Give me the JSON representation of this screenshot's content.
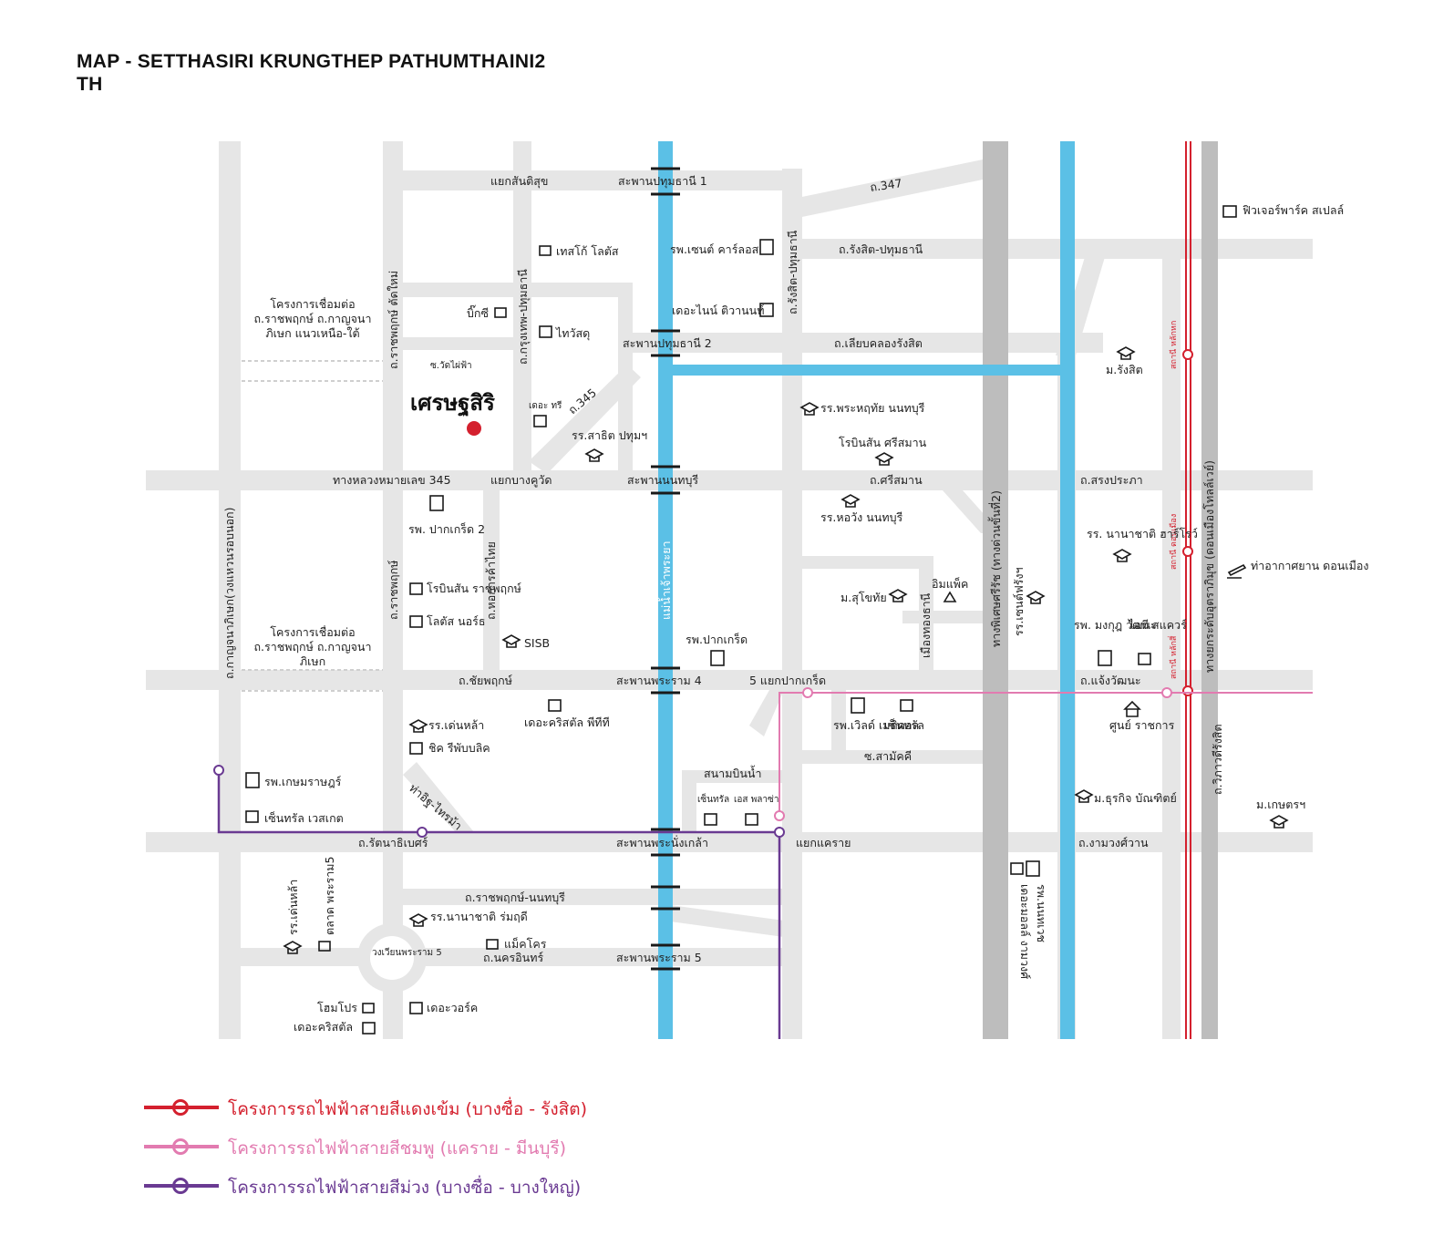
{
  "header": {
    "title_line1": "MAP - SETTHASIRI KRUNGTHEP PATHUMTHAINI2",
    "title_line2": "TH"
  },
  "colors": {
    "road": "#e6e6e6",
    "river": "#5bc0e6",
    "expressway": "#bdbdbd",
    "red_line": "#d4202e",
    "pink_line": "#e27bb0",
    "purple_line": "#6a3a92",
    "project_marker": "#d4202e"
  },
  "project": {
    "name": "เศรษฐสิริ"
  },
  "roads": {
    "sansuk": "แยกสันติสุข",
    "bridge_pathum1": "สะพานปทุมธานี 1",
    "r347": "ถ.347",
    "rangsit_pathum": "ถ.รังสิต-ปทุมธานี",
    "rangsit_pathum_v": "ถ.รังสิต-ปทุมธานี",
    "ratchaphruek_new": "ถ.ราชพฤกษ์ ตัดใหม่",
    "bangkok_pathum": "ถ.กรุงเทพ-ปทุมธานี",
    "soi_watphaifa": "ซ.วัดไผ่ฟ้า",
    "bridge_pathum2": "สะพานปทุมธานี 2",
    "liab_khlong": "ถ.เลียบคลองรังสิต",
    "r345": "ถ.345",
    "hwy345": "ทางหลวงหมายเลข 345",
    "bang_khu_wat": "แยกบางคูวัด",
    "bridge_nonthaburi": "สะพานนนทบุรี",
    "sri_saman": "ถ.ศรีสมาน",
    "songprapa": "ถ.สรงประภา",
    "kanchana_ring": "ถ.กาญจนาภิเษก(วงแหวนรอบนอก)",
    "ratchaphruek_v": "ถ.ราชพฤกษ์",
    "hokan": "ถ.หอการค้าไทย",
    "chao_phraya": "แม่น้ำเจ้าพระยา",
    "mueang_thong": "เมืองทองธานี",
    "expressway": "ทางพิเศษศรีรัช (ทางด่วนขั้นที่2)",
    "vibhavadi": "ทางยกระดับอุตราภิมุข (ดอนเมืองโทลล์เวย์)",
    "chaiyaphruek": "ถ.ชัยพฤกษ์",
    "bridge_rama4": "สะพานพระราม 4",
    "pakkret_junction": "5 แยกปากเกร็ด",
    "chaeng_watthana": "ถ.แจ้งวัฒนะ",
    "soi_samakkhi": "ซ.สามัคคี",
    "vibhavadi_rangsit": "ถ.วิภาวดีรังสิต",
    "ta_it_sai": "ท่าอิฐ-ไทรม้า",
    "rattanathibet": "ถ.รัตนาธิเบศร์",
    "bridge_nangklao": "สะพานพระนั่งเกล้า",
    "khae_rai": "แยกแคราย",
    "ngam_wong_wan": "ถ.งามวงศ์วาน",
    "ratchaphruek_non": "ถ.ราชพฤกษ์-นนทบุรี",
    "nakhon_in": "ถ.นครอินทร์",
    "bridge_rama5": "สะพานพระราม 5",
    "rama5_circle": "วงเวียนพระราม 5",
    "link_north": "โครงการเชื่อมต่อ ถ.ราชพฤกษ์ ถ.กาญจนาภิเษก แนวเหนือ-ใต้",
    "link_south": "โครงการเชื่อมต่อ ถ.ราชพฤกษ์ ถ.กาญจนาภิเษก"
  },
  "stations": {
    "lak_hok": "สถานี หลักหก",
    "don_mueang": "สถานี ดอนเมือง",
    "lak_si": "สถานี หลักสี่"
  },
  "pois": {
    "tesco": "เทสโก้ โลตัส",
    "saint_carlos": "รพ.เซนต์ คาร์ลอส",
    "nine_tiwanon": "เดอะไนน์ ติวานนท์",
    "bigc": "บิ๊กซี",
    "thaiwatsadu": "ไทวัสดุ",
    "the_tree": "เดอะ ทรี",
    "sarit_pathum": "รร.สาธิต ปทุมฯ",
    "phrahruthai": "รร.พระหฤทัย นนทบุรี",
    "robinson_sri": "โรบินสัน ศรีสมาน",
    "rangsit_u": "ม.รังสิต",
    "future_park": "ฟิวเจอร์พาร์ค สเปลล์",
    "pakkret2_hosp": "รพ. ปากเกร็ด 2",
    "robinson_rat": "โรบินสัน ราชพฤกษ์",
    "lotus_north": "โลตัส นอร์ธ",
    "sisb": "SISB",
    "horwang": "รร.หอวัง นนทบุรี",
    "stou": "ม.สุโขทัย",
    "impact": "อิมแพ็ค",
    "saint_francis": "รร.เซนต์ฟรังฯ",
    "harrow": "รร. นานาชาติ ฮาร์โรว์",
    "airport": "ท่าอากาศยาน ดอนเมือง",
    "pakkret_hosp": "รพ.ปากเกร็ด",
    "mongkut_hosp": "รพ. มงกุฎ วัฒนะ",
    "it_square": "ไอที สแควร์",
    "denla": "รร.เด่นหล้า",
    "crystal_pt": "เดอะคริสตัล พีทีที",
    "chic_republic": "ชิค รีพับบลิค",
    "world_medical": "รพ.เวิลด์ เมดิคอล",
    "central_cw": "เซ็นทรัล",
    "gov_center": "ศูนย์ ราชการ",
    "water_park": "สนามบินน้ำ",
    "central_water": "เซ็นทรัล",
    "es_plaza": "เอส พลาซ่า",
    "kasemrad": "รพ.เกษมราษฎร์",
    "central_west": "เซ็นทรัล เวสเกต",
    "dhurakij": "ม.ธุรกิจ บัณฑิตย์",
    "kasetsart": "ม.เกษตรฯ",
    "the_mall": "เดอะมอลล์ งามวงศ์",
    "ramkhamhaeng": "รพ.นนทเวช",
    "denla2": "รร.เด่นหล้า",
    "market_rama5": "ตลาด พระราม5",
    "nanachat_rom": "รร.นานาชาติ ร่มฤดี",
    "makro": "แม็คโคร",
    "homepro": "โฮมโปร",
    "crystal_rama": "เดอะคริสตัล",
    "the_walk": "เดอะวอร์ค"
  },
  "legend": [
    {
      "label": "โครงการรถไฟฟ้าสายสีแดงเข้ม (บางซื่อ - รังสิต)",
      "color": "#d4202e"
    },
    {
      "label": "โครงการรถไฟฟ้าสายสีชมพู (แคราย - มีนบุรี)",
      "color": "#e27bb0"
    },
    {
      "label": "โครงการรถไฟฟ้าสายสีม่วง (บางซื่อ - บางใหญ่)",
      "color": "#6a3a92"
    }
  ]
}
